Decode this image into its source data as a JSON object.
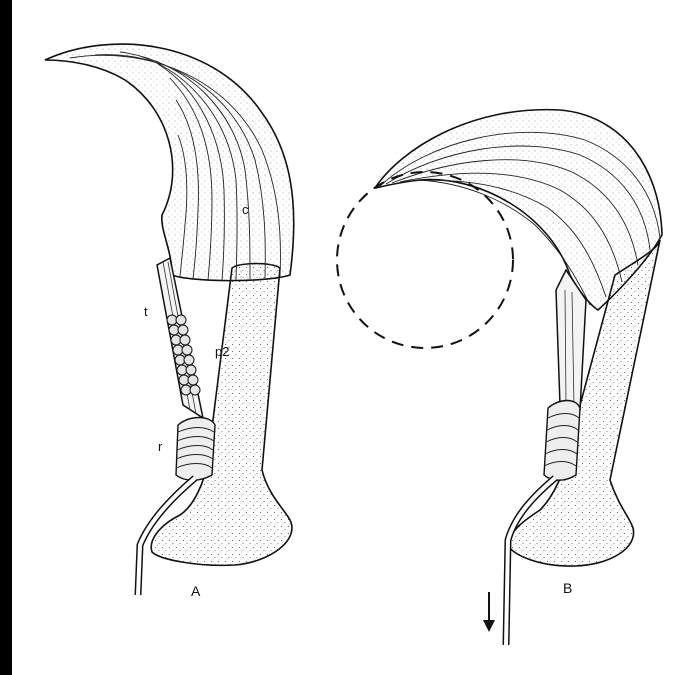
{
  "figure": {
    "panels": [
      {
        "id": "A",
        "label": "A"
      },
      {
        "id": "B",
        "label": "B"
      }
    ],
    "part_labels": {
      "claw": "c",
      "tendon": "t",
      "phalanx": "p2",
      "ring": "r"
    },
    "colors": {
      "ink": "#111111",
      "stipple": "#9a9a9a",
      "background": "#ffffff",
      "border": "#000000"
    }
  }
}
